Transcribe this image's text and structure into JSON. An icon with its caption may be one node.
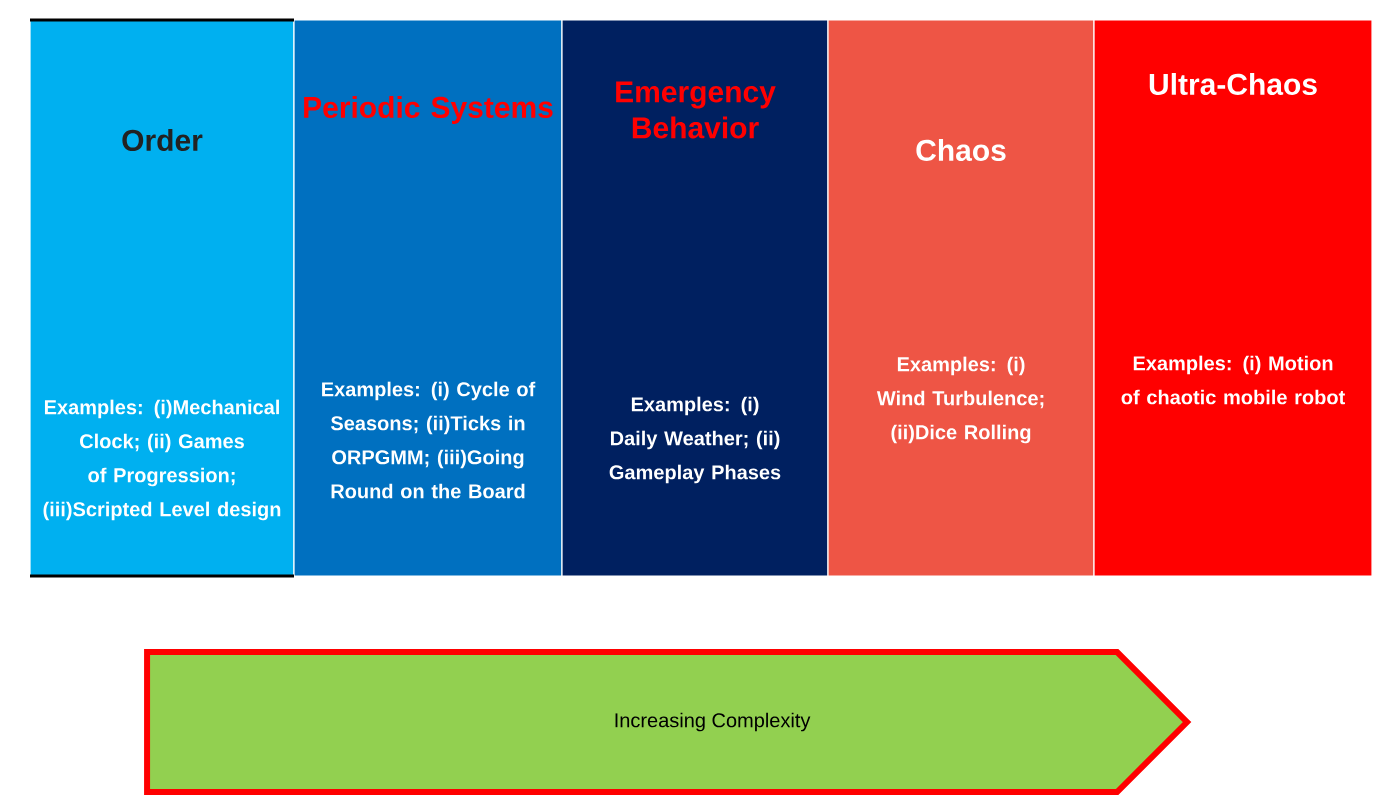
{
  "diagram": {
    "nodes": [
      {
        "text": [
          "Order",
          "Examples: (i)Mechanical Clock; (ii) Games of Progression; (iii)Scripted Level design"
        ]
      },
      {
        "text": [
          "Periodic Systems",
          "Examples: (i) Cycle of Seasons; (ii)Ticks in ORPGMM; (iii)Going Round on the Board"
        ]
      },
      {
        "text": [
          "Emergency Behavior",
          "Examples: (i) Daily Weather; (ii) Gameplay Phases"
        ]
      },
      {
        "text": [
          "Chaos",
          "Examples: (i) Wind Turbulence; (ii)Dice Rolling"
        ]
      },
      {
        "text": [
          "Ultra-Chaos",
          "Examples: (i) Motion of chaotic mobile robot"
        ]
      },
      {
        "text": [
          "Increasing Complexity"
        ]
      }
    ]
  }
}
